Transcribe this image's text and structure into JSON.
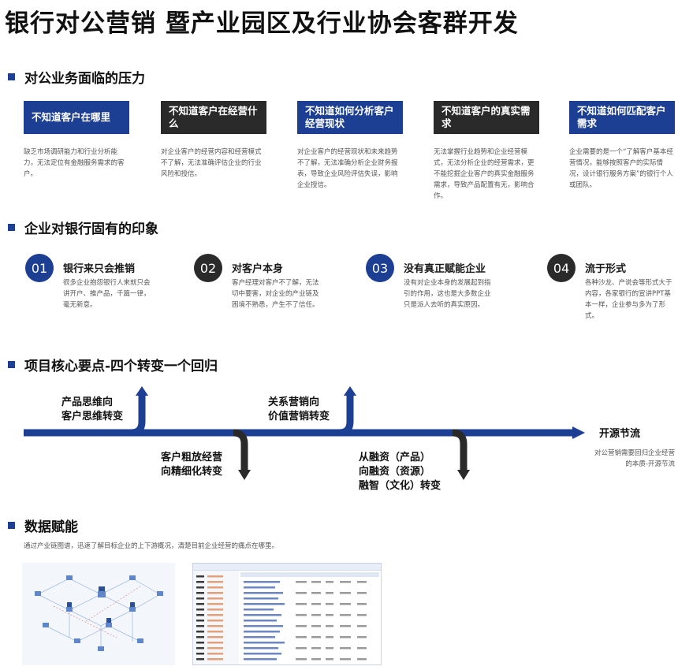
{
  "title": "银行对公营销 暨产业园区及行业协会客群开发",
  "sections": {
    "pressure": "对公业务面临的压力",
    "impression": "企业对银行固有的印象",
    "core": "项目核心要点-四个转变一个回归",
    "data": "数据赋能"
  },
  "pressure_cards": [
    {
      "label": "不知道客户在哪里",
      "style": "blue",
      "desc": "缺乏市场调研能力和行业分析能力，无法定位有金融服务需求的客户。"
    },
    {
      "label": "不知道客户在经营什么",
      "style": "dark",
      "desc": "对企业客户的经营内容和经营模式不了解，无法准确评估企业的行业风险和授信。"
    },
    {
      "label": "不知道如何分析客户经营现状",
      "style": "blue",
      "desc": "对企业客户的经营现状和未来趋势不了解，无法准确分析企业财务报表，导致企业风险评估失误，影响企业授信。"
    },
    {
      "label": "不知道客户的真实需求",
      "style": "dark",
      "desc": "无法掌握行业趋势和企业经营模式，无法分析企业的经营需求，更不能挖掘企业客户的真实金融服务需求，导致产品配置有无，影响合作。"
    },
    {
      "label": "不知道如何匹配客户需求",
      "style": "blue",
      "desc": "企业需要的是一个“了解客户基本经营情况，能够按照客户的实际情况，设计银行服务方案”的银行个人或团队。"
    }
  ],
  "impressions": [
    {
      "num": "01",
      "style": "blue",
      "title": "银行来只会推销",
      "desc": "很多企业抱怨银行人来就只会讲开户、推产品，千篇一律，毫无新意。"
    },
    {
      "num": "02",
      "style": "dark",
      "title": "对客户本身",
      "desc": "客户经理对客户不了解，无法切中要害，对企业的产业链及困境不熟悉，产生不了信任。"
    },
    {
      "num": "03",
      "style": "blue",
      "title": "没有真正赋能企业",
      "desc": "没有对企业本身的发展起到指引的作用，这也是大多数企业只是派人去听的真实原因。"
    },
    {
      "num": "04",
      "style": "dark",
      "title": "流于形式",
      "desc": "各种沙龙、产说会等形式大于内容，各家银行的宣讲PPT基本一样，企业参与多为了形式。"
    }
  ],
  "flow": {
    "up1": [
      "产品思维向",
      "客户思维转变"
    ],
    "down1": [
      "客户粗放经营",
      "向精细化转变"
    ],
    "up2": [
      "关系营销向",
      "价值营销转变"
    ],
    "down2": [
      "从融资（产品）",
      "向融资（资源）",
      "融智（文化）转变"
    ],
    "end_title": "开源节流",
    "end_desc": "对公营销需要回归企业经营的本质-开源节流"
  },
  "data_intro": "通过产业链图谱，迅速了解目标企业的上下游概况，清楚目前企业经营的痛点在哪里。",
  "colors": {
    "blue": "#1c3f94",
    "dark": "#2a2a2a",
    "gray_text": "#555555"
  }
}
